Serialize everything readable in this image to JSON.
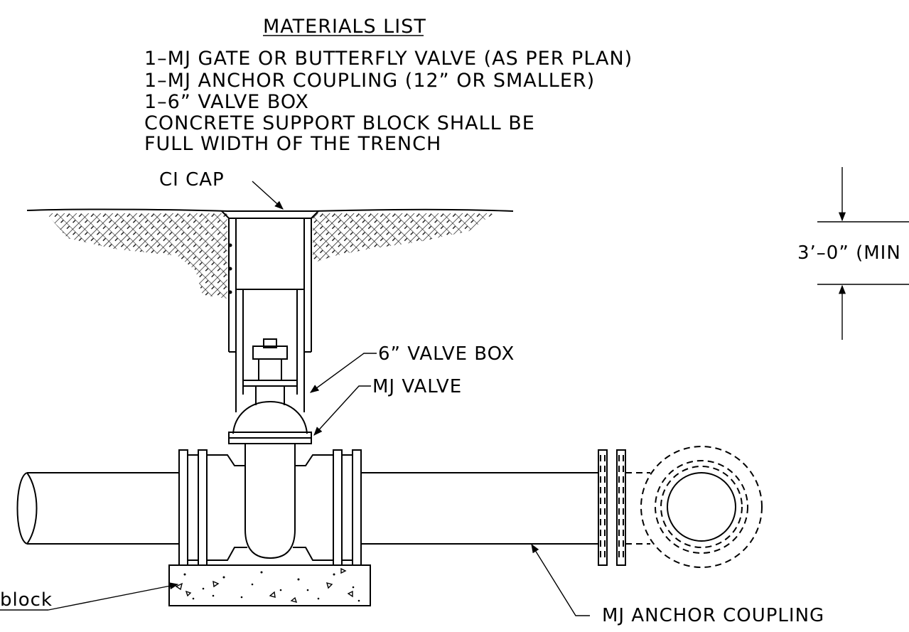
{
  "materials_list": {
    "title": "MATERIALS LIST",
    "items": [
      "1–MJ GATE OR BUTTERFLY VALVE (AS PER PLAN)",
      "1–MJ ANCHOR COUPLING (12” OR SMALLER)",
      "1–6” VALVE BOX",
      "CONCRETE SUPPORT BLOCK SHALL BE",
      "FULL WIDTH OF THE TRENCH"
    ]
  },
  "callouts": {
    "ci_cap": "CI CAP",
    "valve_box": "6” VALVE BOX",
    "mj_valve": "MJ VALVE",
    "anchor_coupling": "MJ ANCHOR COUPLING",
    "support_block": "block"
  },
  "dimension": {
    "cover_depth": "3’–0” (MIN"
  },
  "colors": {
    "line": "#000000",
    "background": "#ffffff"
  }
}
